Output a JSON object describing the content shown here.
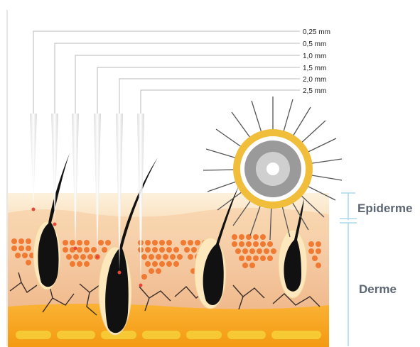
{
  "needle_lengths": [
    "0,25 mm",
    "0,5 mm",
    "1,0 mm",
    "1,5 mm",
    "2,0 mm",
    "2,5 mm"
  ],
  "layers": {
    "epidermis": "Epiderme",
    "dermis": "Derme"
  },
  "colors": {
    "epidermis": "#fbe3c4",
    "dermis": "#f4c49c",
    "follicle_cells": "#f07a32",
    "hair": "#111111",
    "fat": "#f7a11a",
    "measure_line": "#a9d8ee",
    "roller_ring": "#f1be3b"
  },
  "icons": [
    "microneedle",
    "hair-follicle",
    "derma-roller-wheel"
  ]
}
